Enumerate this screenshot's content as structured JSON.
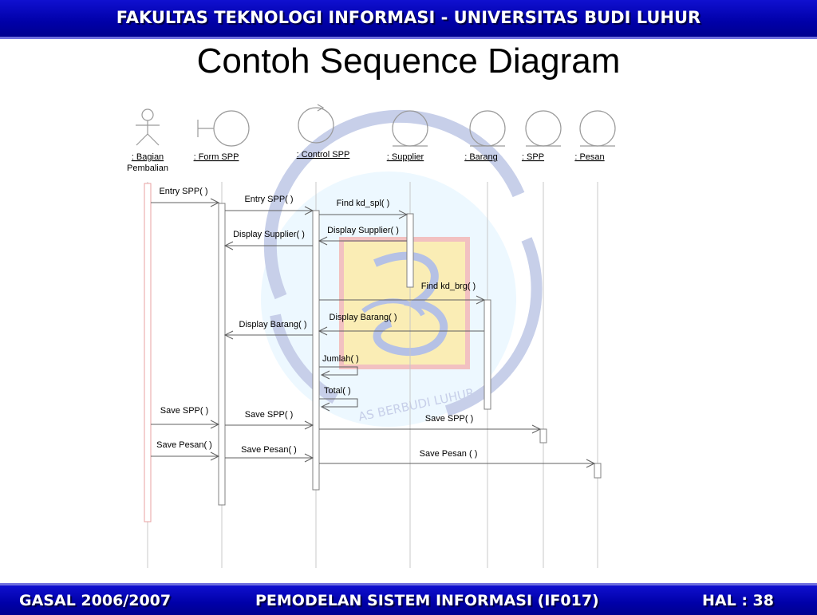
{
  "header": {
    "title": "FAKULTAS TEKNOLOGI INFORMASI - UNIVERSITAS BUDI LUHUR"
  },
  "slide": {
    "title": "Contoh Sequence Diagram"
  },
  "footer": {
    "left": "GASAL 2006/2007",
    "center": "PEMODELAN SISTEM INFORMASI (IF017)",
    "right": "HAL : 38"
  },
  "watermark": {
    "text": "AS BERBUDI LUHUR"
  },
  "participants": [
    {
      "name": ": Bagian",
      "name2": "Pembalian",
      "kind": "actor"
    },
    {
      "name": ": Form SPP",
      "kind": "boundary"
    },
    {
      "name": ": Control SPP",
      "kind": "control"
    },
    {
      "name": ": Supplier",
      "kind": "entity"
    },
    {
      "name": ": Barang",
      "kind": "entity"
    },
    {
      "name": ": SPP",
      "kind": "entity"
    },
    {
      "name": ": Pesan",
      "kind": "entity"
    }
  ],
  "messages": [
    {
      "label": "Entry SPP( )",
      "from": 0,
      "to": 1
    },
    {
      "label": "Entry SPP( )",
      "from": 1,
      "to": 2
    },
    {
      "label": "Find kd_spl( )",
      "from": 2,
      "to": 3
    },
    {
      "label": "Display Supplier( )",
      "from": 3,
      "to": 2
    },
    {
      "label": "Display Supplier( )",
      "from": 2,
      "to": 1
    },
    {
      "label": "Find kd_brg( )",
      "from": 2,
      "to": 4
    },
    {
      "label": "Display Barang( )",
      "from": 4,
      "to": 2
    },
    {
      "label": "Display Barang( )",
      "from": 2,
      "to": 1
    },
    {
      "label": "Jumlah( )",
      "from": 2,
      "to": 2
    },
    {
      "label": "Total( )",
      "from": 2,
      "to": 2
    },
    {
      "label": "Save SPP( )",
      "from": 0,
      "to": 1
    },
    {
      "label": "Save SPP( )",
      "from": 1,
      "to": 2
    },
    {
      "label": "Save SPP( )",
      "from": 2,
      "to": 5
    },
    {
      "label": "Save Pesan( )",
      "from": 0,
      "to": 1
    },
    {
      "label": "Save Pesan( )",
      "from": 1,
      "to": 2
    },
    {
      "label": "Save Pesan ( )",
      "from": 2,
      "to": 6
    }
  ]
}
